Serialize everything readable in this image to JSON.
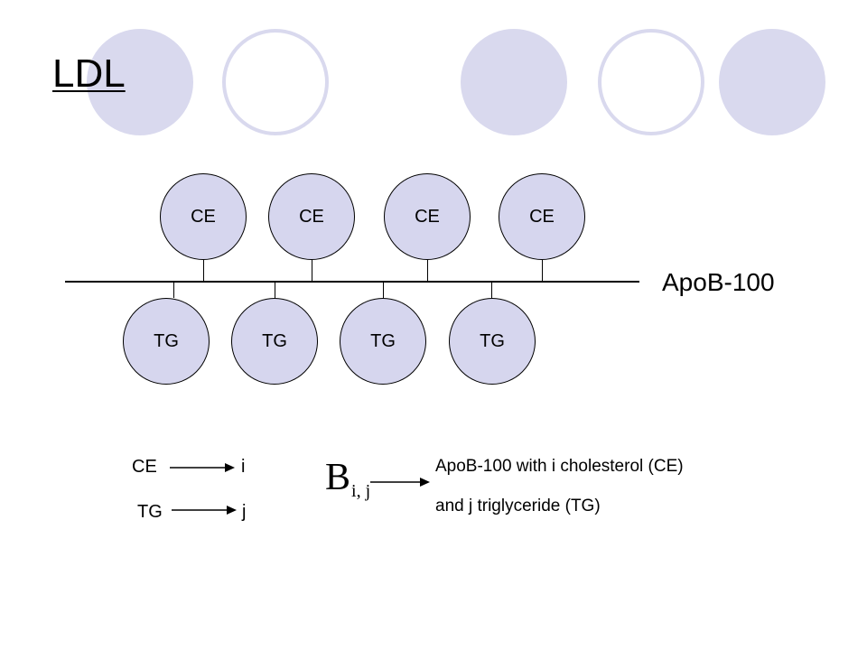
{
  "slide": {
    "title": "LDL"
  },
  "diagram": {
    "backbone_label": "ApoB-100",
    "top_nodes": [
      "CE",
      "CE",
      "CE",
      "CE"
    ],
    "bottom_nodes": [
      "TG",
      "TG",
      "TG",
      "TG"
    ]
  },
  "legend": {
    "map": [
      {
        "from": "CE",
        "to": "i"
      },
      {
        "from": "TG",
        "to": "j"
      }
    ],
    "symbol": {
      "base": "B",
      "subscript": "i, j"
    },
    "description_lines": [
      "ApoB-100 with i cholesterol (CE)",
      "and j triglyceride (TG)"
    ]
  },
  "colors": {
    "node_fill": "#d6d6ee",
    "decor_circle": "#d9d9ee"
  }
}
